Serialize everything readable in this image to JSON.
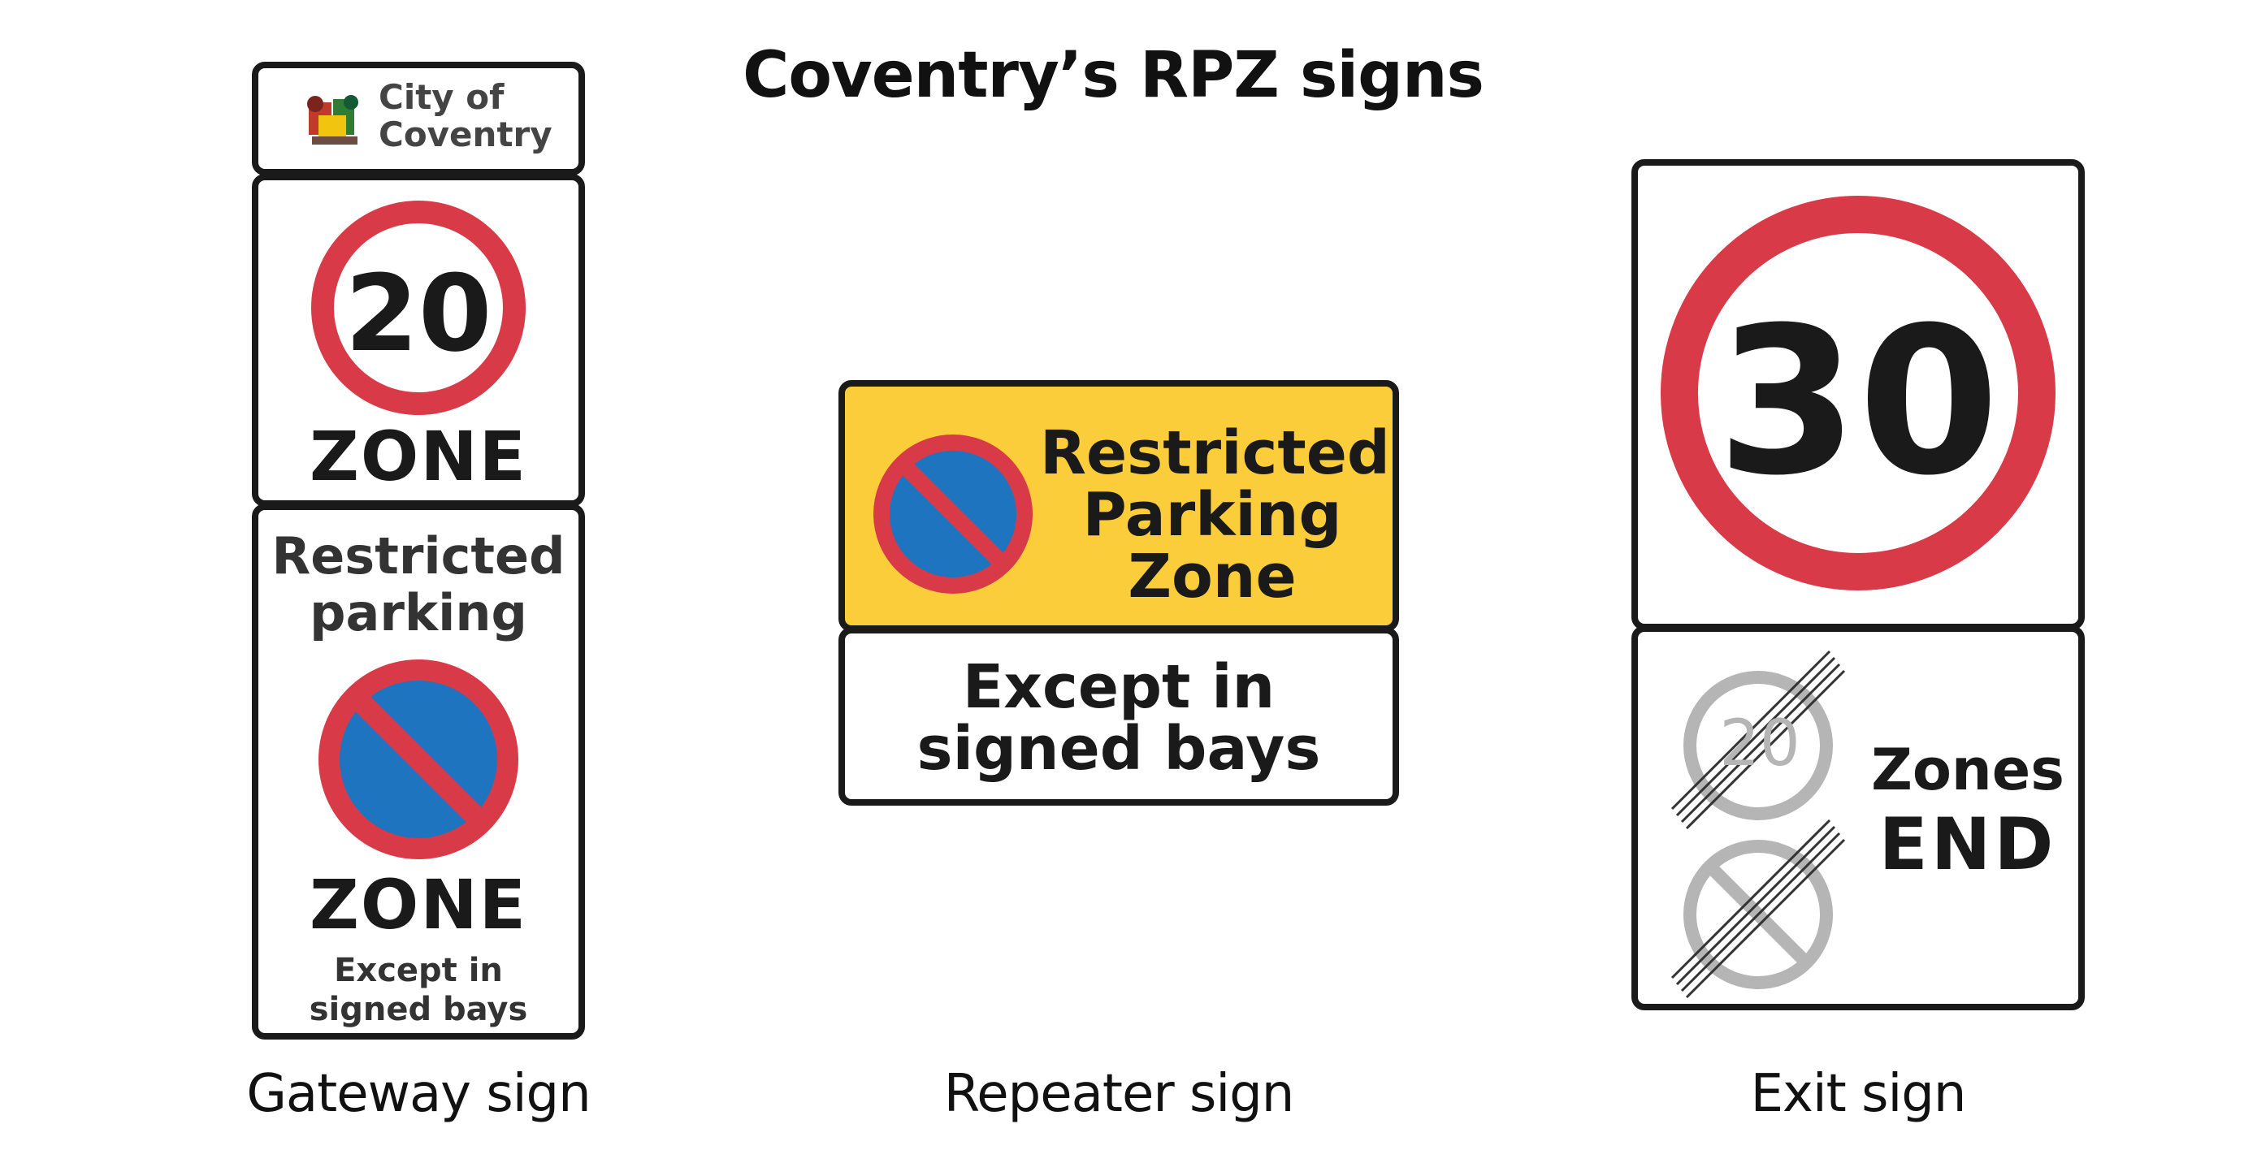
{
  "title": "Coventry’s RPZ signs",
  "gateway": {
    "caption": "Gateway sign",
    "council_name_line1": "City of",
    "council_name_line2": "Coventry",
    "speed_limit": "20",
    "speed_zone_label": "ZONE",
    "restricted_line1": "Restricted",
    "restricted_line2": "parking",
    "parking_zone_label": "ZONE",
    "except_line1": "Except in",
    "except_line2": "signed bays"
  },
  "repeater": {
    "caption": "Repeater sign",
    "line1": "Restricted",
    "line2": "Parking",
    "line3": "Zone",
    "except_line1": "Except in",
    "except_line2": "signed bays"
  },
  "exit": {
    "caption": "Exit sign",
    "speed_limit": "30",
    "ended_speed": "20",
    "zones_label": "Zones",
    "end_label": "END"
  },
  "colors": {
    "red": "#d93a47",
    "blue": "#1f74c0",
    "yellow": "#fbcd3b",
    "grey": "#b5b5b5",
    "border": "#1a1a1a"
  }
}
